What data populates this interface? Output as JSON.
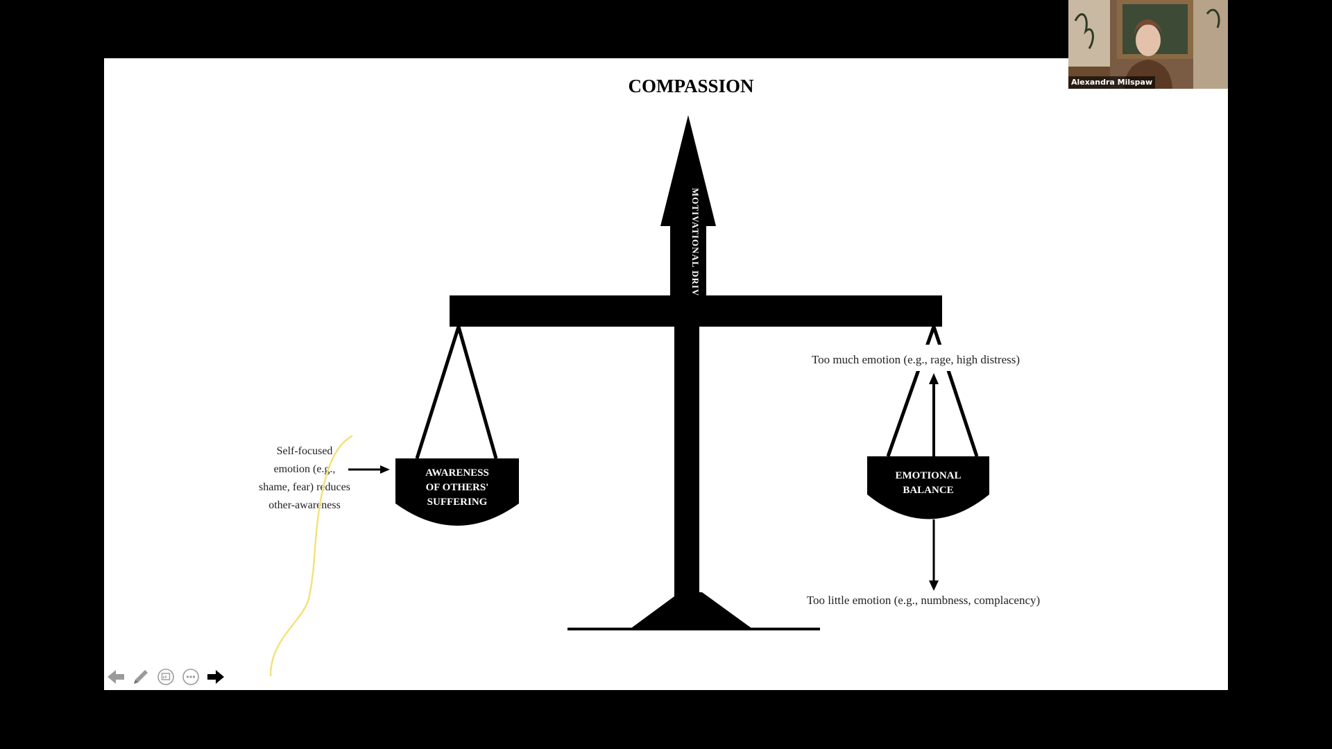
{
  "slide": {
    "title": "COMPASSION",
    "drive_label": "MOTIVATIONAL DRIVE",
    "left_pan_lines": [
      "AWARENESS",
      "OF OTHERS'",
      "SUFFERING"
    ],
    "right_pan_lines": [
      "EMOTIONAL",
      "BALANCE"
    ],
    "left_note_lines": [
      "Self-focused",
      "emotion (e.g.,",
      "shame, fear) reduces",
      "other-awareness"
    ],
    "top_right_note": "Too much emotion (e.g., rage, high distress)",
    "bottom_right_note": "Too little emotion (e.g., numbness, complacency)",
    "annotation_color": "#f3e27a"
  },
  "video": {
    "participant_name": "Alexandra Milspaw"
  },
  "toolbar": {
    "icons": [
      "previous-slide-icon",
      "pen-icon",
      "slides-grid-icon",
      "more-options-icon",
      "next-slide-icon"
    ]
  }
}
